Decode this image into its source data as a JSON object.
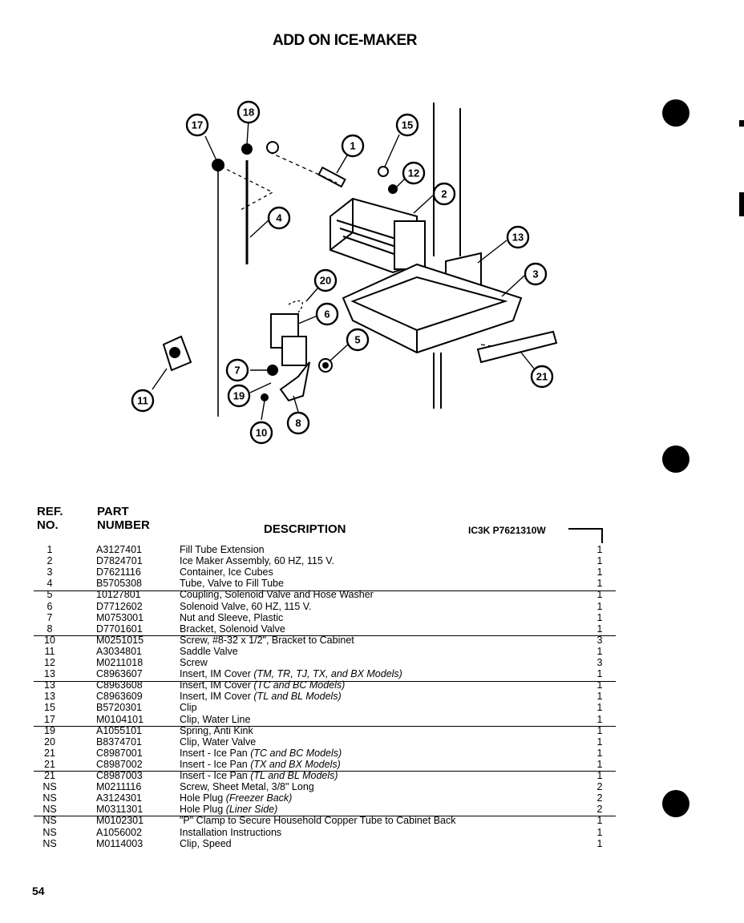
{
  "page": {
    "title": "ADD ON ICE-MAKER",
    "page_number": "54"
  },
  "callouts": [
    "1",
    "2",
    "3",
    "4",
    "5",
    "6",
    "7",
    "8",
    "10",
    "11",
    "12",
    "13",
    "15",
    "17",
    "18",
    "19",
    "20",
    "21"
  ],
  "table": {
    "headers": {
      "ref": [
        "REF.",
        "NO."
      ],
      "part": [
        "PART",
        "NUMBER"
      ],
      "description": "DESCRIPTION",
      "model": "IC3K  P7621310W"
    },
    "rows": [
      {
        "ref": "1",
        "part": "A3127401",
        "desc": "Fill Tube Extension",
        "note": "",
        "qty": "1"
      },
      {
        "ref": "2",
        "part": "D7824701",
        "desc": "Ice Maker Assembly, 60 HZ, 115 V.",
        "note": "",
        "qty": "1"
      },
      {
        "ref": "3",
        "part": "D7621116",
        "desc": "Container, Ice Cubes",
        "note": "",
        "qty": "1"
      },
      {
        "ref": "4",
        "part": "B5705308",
        "desc": "Tube, Valve to Fill Tube",
        "note": "",
        "qty": "1"
      },
      {
        "ref": "5",
        "part": "10127801",
        "desc": "Coupling, Solenoid Valve and Hose Washer",
        "note": "",
        "qty": "1"
      },
      {
        "ref": "6",
        "part": "D7712602",
        "desc": "Solenoid Valve, 60 HZ, 115 V.",
        "note": "",
        "qty": "1"
      },
      {
        "ref": "7",
        "part": "M0753001",
        "desc": "Nut and Sleeve, Plastic",
        "note": "",
        "qty": "1"
      },
      {
        "ref": "8",
        "part": "D7701601",
        "desc": "Bracket, Solenoid Valve",
        "note": "",
        "qty": "1"
      },
      {
        "ref": "10",
        "part": "M0251015",
        "desc": "Screw, #8-32 x 1/2\", Bracket to Cabinet",
        "note": "",
        "qty": "3"
      },
      {
        "ref": "11",
        "part": "A3034801",
        "desc": "Saddle Valve",
        "note": "",
        "qty": "1"
      },
      {
        "ref": "12",
        "part": "M0211018",
        "desc": "Screw",
        "note": "",
        "qty": "3"
      },
      {
        "ref": "13",
        "part": "C8963607",
        "desc": "Insert, IM Cover ",
        "note": "(TM, TR, TJ, TX, and BX Models)",
        "qty": "1"
      },
      {
        "ref": "13",
        "part": "C8963608",
        "desc": "Insert, IM Cover ",
        "note": "(TC and BC Models)",
        "qty": "1"
      },
      {
        "ref": "13",
        "part": "C8963609",
        "desc": "Insert, IM Cover ",
        "note": "(TL and BL Models)",
        "qty": "1"
      },
      {
        "ref": "15",
        "part": "B5720301",
        "desc": "Clip",
        "note": "",
        "qty": "1"
      },
      {
        "ref": "17",
        "part": "M0104101",
        "desc": "Clip, Water Line",
        "note": "",
        "qty": "1"
      },
      {
        "ref": "19",
        "part": "A1055101",
        "desc": "Spring, Anti Kink",
        "note": "",
        "qty": "1"
      },
      {
        "ref": "20",
        "part": "B8374701",
        "desc": "Clip, Water Valve",
        "note": "",
        "qty": "1"
      },
      {
        "ref": "21",
        "part": "C8987001",
        "desc": "Insert - Ice Pan ",
        "note": "(TC and BC Models)",
        "qty": "1"
      },
      {
        "ref": "21",
        "part": "C8987002",
        "desc": "Insert - Ice Pan ",
        "note": "(TX and BX Models)",
        "qty": "1"
      },
      {
        "ref": "21",
        "part": "C8987003",
        "desc": "Insert - Ice Pan ",
        "note": "(TL and BL Models)",
        "qty": "1"
      },
      {
        "ref": "NS",
        "part": "M0211116",
        "desc": "Screw, Sheet Metal, 3/8\" Long",
        "note": "",
        "qty": "2"
      },
      {
        "ref": "NS",
        "part": "A3124301",
        "desc": "Hole Plug ",
        "note": "(Freezer Back)",
        "qty": "2"
      },
      {
        "ref": "NS",
        "part": "M0311301",
        "desc": "Hole Plug ",
        "note": "(Liner Side)",
        "qty": "2"
      },
      {
        "ref": "NS",
        "part": "M0102301",
        "desc": "\"P\" Clamp to Secure Household Copper Tube to Cabinet Back",
        "note": "",
        "qty": "1"
      },
      {
        "ref": "NS",
        "part": "A1056002",
        "desc": "Installation Instructions",
        "note": "",
        "qty": "1"
      },
      {
        "ref": "NS",
        "part": "M0114003",
        "desc": "Clip, Speed",
        "note": "",
        "qty": "1"
      }
    ]
  }
}
